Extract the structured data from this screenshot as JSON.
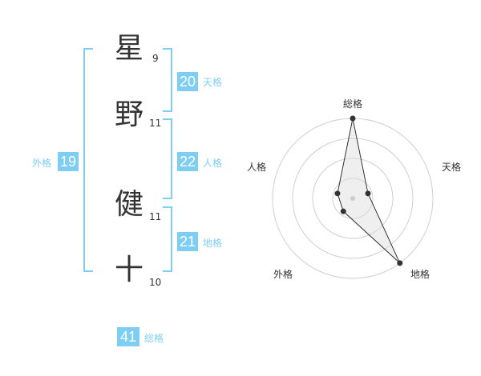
{
  "theme": {
    "accent": "#7ecef4",
    "label_color": "#7ecef4",
    "text": "#333333"
  },
  "name_chars": [
    {
      "char": "星",
      "strokes": "9"
    },
    {
      "char": "野",
      "strokes": "11"
    },
    {
      "char": "健",
      "strokes": "11"
    },
    {
      "char": "十",
      "strokes": "10"
    }
  ],
  "fortunes": {
    "tenkaku": {
      "label": "天格",
      "value": "20"
    },
    "jinkaku": {
      "label": "人格",
      "value": "22"
    },
    "chikaku": {
      "label": "地格",
      "value": "21"
    },
    "gaikaku": {
      "label": "外格",
      "value": "19"
    },
    "soukaku": {
      "label": "総格",
      "value": "41"
    }
  },
  "chart_data": {
    "type": "radar",
    "axes": [
      "総格",
      "天格",
      "地格",
      "外格",
      "人格"
    ],
    "values": [
      5,
      1,
      5,
      1,
      1
    ],
    "range": [
      0,
      5
    ],
    "rings": 4,
    "grid": true,
    "center_marker": true
  }
}
